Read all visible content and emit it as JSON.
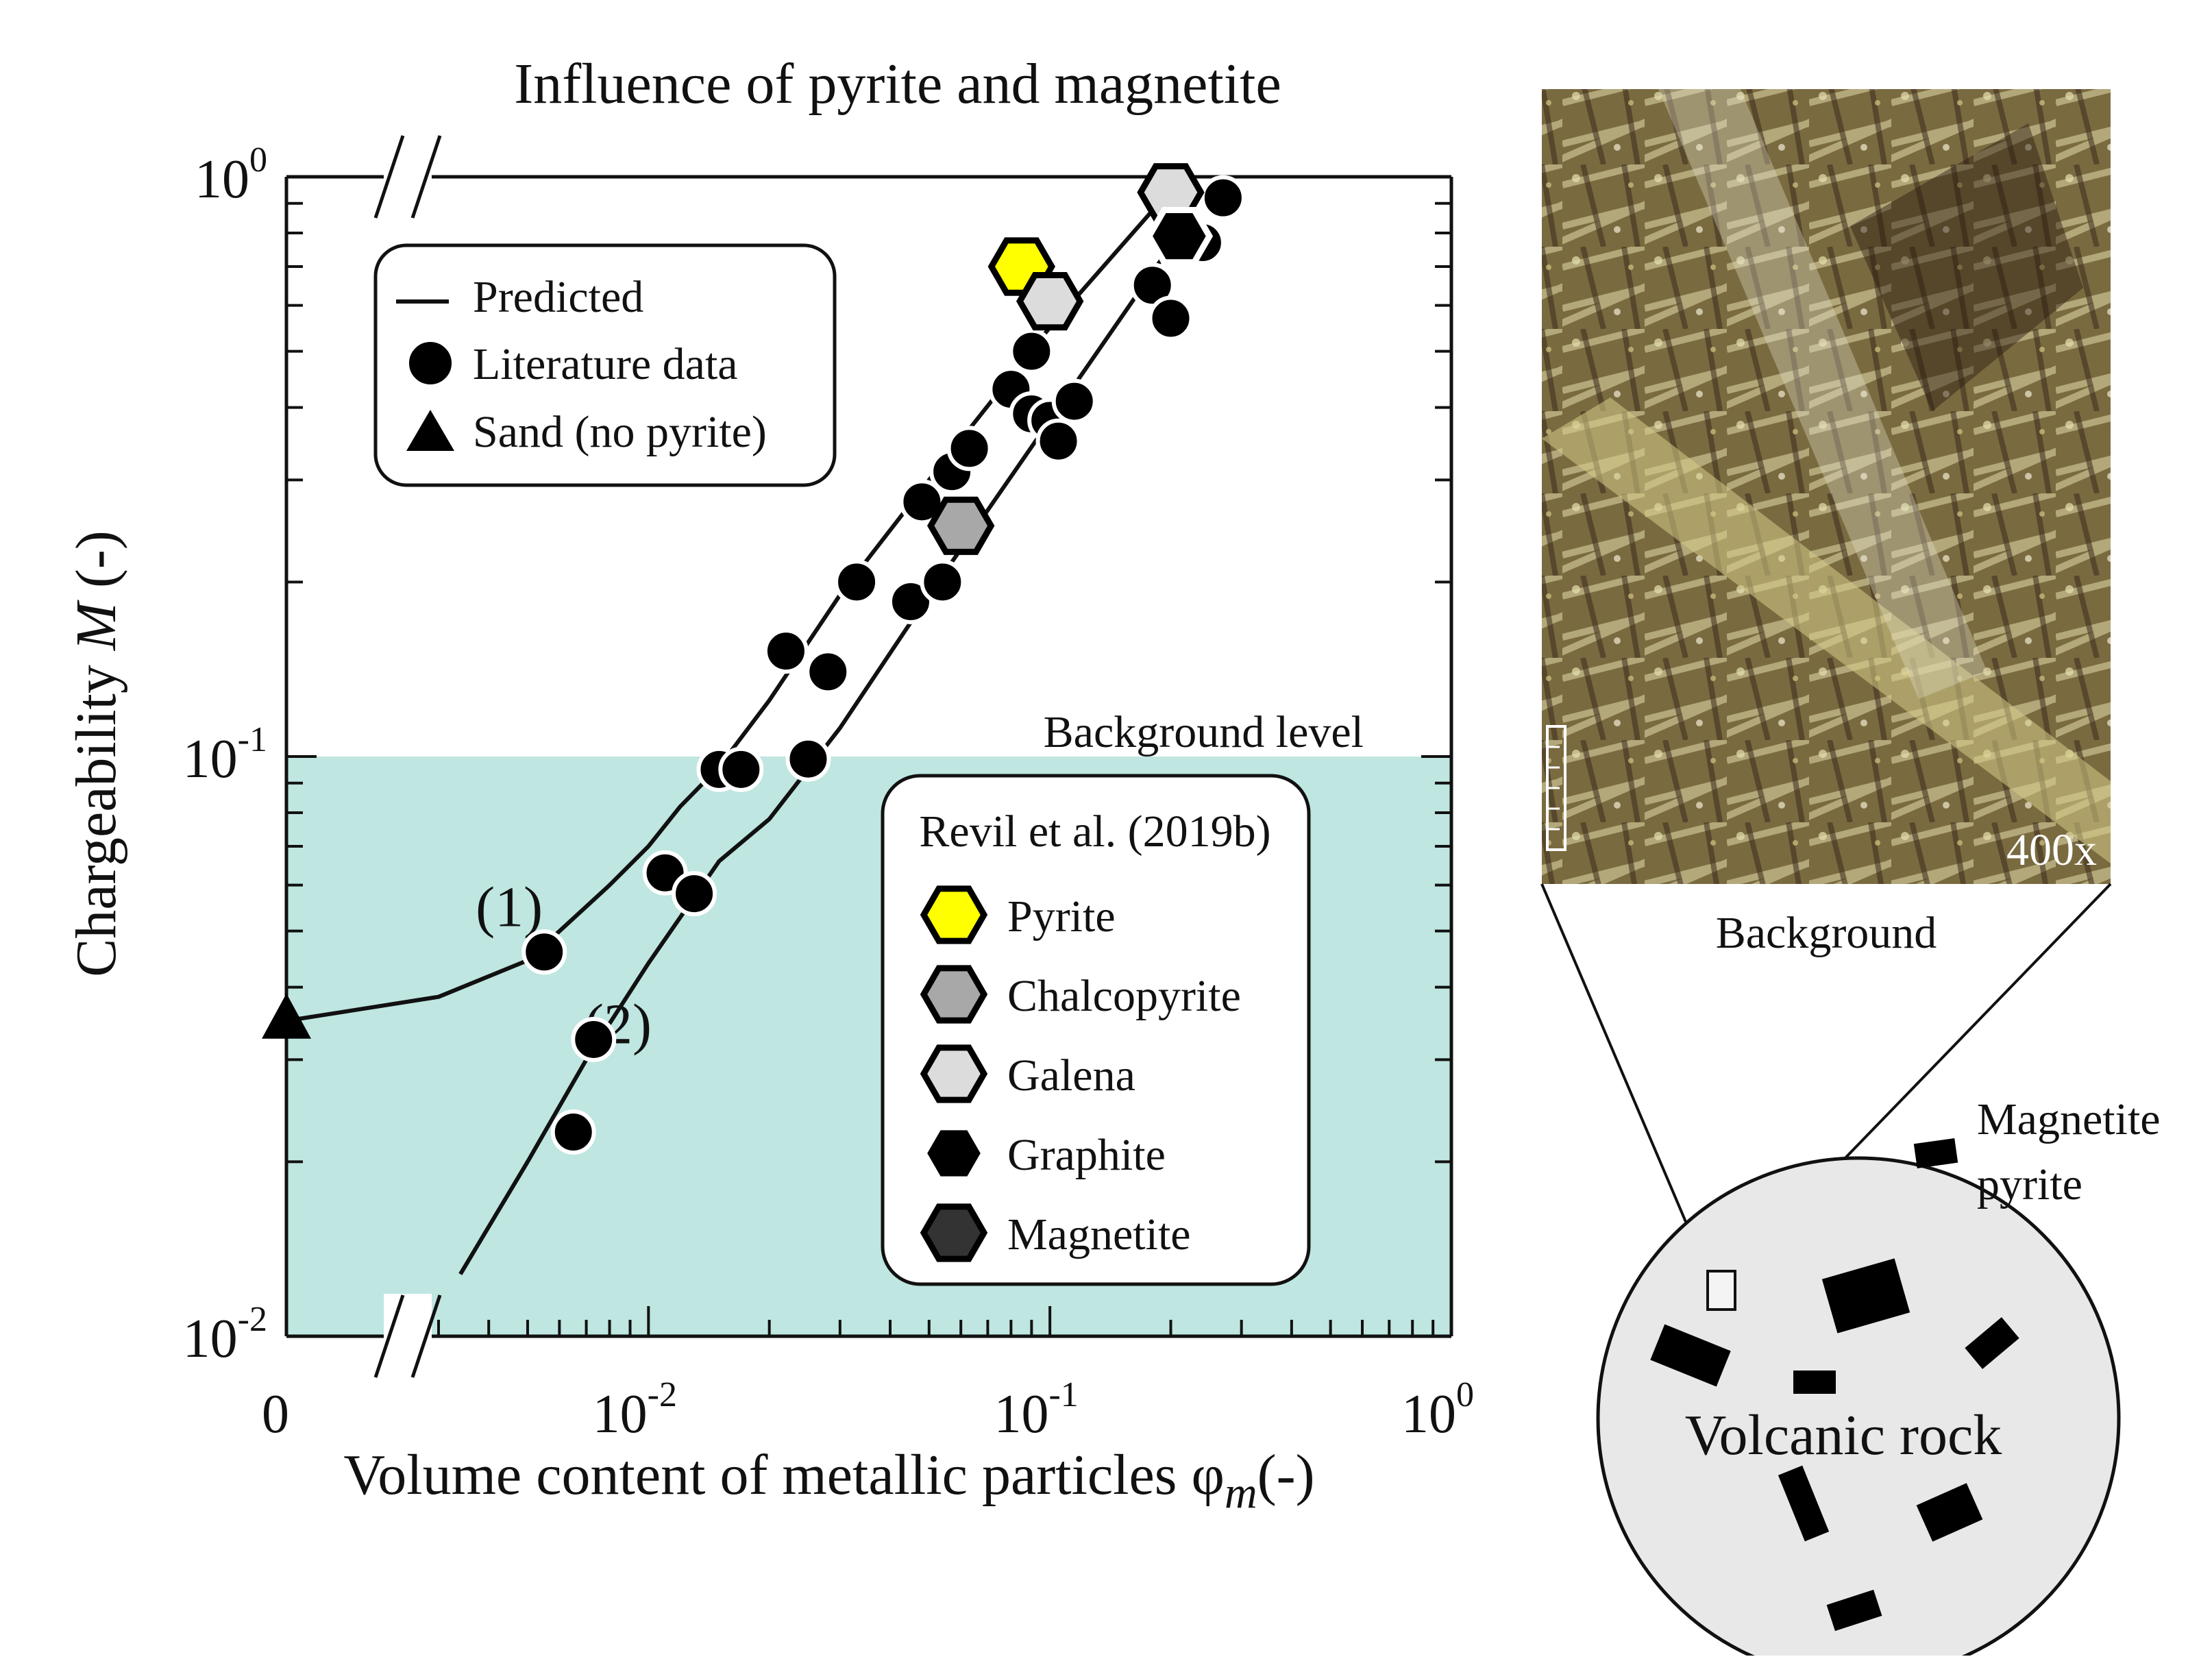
{
  "chart_data": {
    "type": "scatter",
    "title": "Influence of pyrite and magnetite",
    "xlabel": "Volume content of metallic particles",
    "xlabel_symbol": "φ",
    "xlabel_subscript": "m",
    "xlabel_unit": "(-)",
    "ylabel": "Chargeability",
    "ylabel_symbol": "M",
    "ylabel_unit": "(-)",
    "x_scale": "log",
    "y_scale": "log",
    "xlim": [
      0.003,
      1
    ],
    "ylim": [
      0.01,
      1
    ],
    "x_zero_label": "0",
    "x_ticks": [
      {
        "value": 0.01,
        "base": "10",
        "exp": "-2"
      },
      {
        "value": 0.1,
        "base": "10",
        "exp": "-1"
      },
      {
        "value": 1,
        "base": "10",
        "exp": "0"
      }
    ],
    "y_ticks": [
      {
        "value": 0.01,
        "base": "10",
        "exp": "-2"
      },
      {
        "value": 0.1,
        "base": "10",
        "exp": "-1"
      },
      {
        "value": 1,
        "base": "10",
        "exp": "0"
      }
    ],
    "background_level": 0.1,
    "background_label": "Background level",
    "background_color": "#bfe6e0",
    "series": [
      {
        "name": "Predicted",
        "kind": "line",
        "curves": [
          {
            "label": "(1)",
            "points": [
              [
                0,
                0.035
              ],
              [
                0.003,
                0.0385
              ],
              [
                0.005,
                0.0445
              ],
              [
                0.008,
                0.06
              ],
              [
                0.01,
                0.07
              ],
              [
                0.012,
                0.082
              ],
              [
                0.015,
                0.096
              ],
              [
                0.02,
                0.125
              ],
              [
                0.03,
                0.19
              ],
              [
                0.05,
                0.3
              ],
              [
                0.1,
                0.55
              ],
              [
                0.2,
                0.95
              ]
            ]
          },
          {
            "label": "(2)",
            "points": [
              [
                0.0034,
                0.0128
              ],
              [
                0.005,
                0.02
              ],
              [
                0.007,
                0.03
              ],
              [
                0.01,
                0.044
              ],
              [
                0.015,
                0.066
              ],
              [
                0.02,
                0.078
              ],
              [
                0.03,
                0.112
              ],
              [
                0.05,
                0.19
              ],
              [
                0.1,
                0.38
              ],
              [
                0.2,
                0.76
              ],
              [
                0.24,
                0.95
              ]
            ]
          }
        ]
      },
      {
        "name": "Literature data",
        "kind": "points",
        "points": [
          [
            0.0055,
            0.046
          ],
          [
            0.0065,
            0.0225
          ],
          [
            0.0073,
            0.0325
          ],
          [
            0.011,
            0.063
          ],
          [
            0.013,
            0.058
          ],
          [
            0.015,
            0.095
          ],
          [
            0.017,
            0.095
          ],
          [
            0.022,
            0.152
          ],
          [
            0.025,
            0.099
          ],
          [
            0.028,
            0.14
          ],
          [
            0.033,
            0.2
          ],
          [
            0.045,
            0.185
          ],
          [
            0.048,
            0.275
          ],
          [
            0.054,
            0.2
          ],
          [
            0.057,
            0.31
          ],
          [
            0.063,
            0.34
          ],
          [
            0.08,
            0.43
          ],
          [
            0.09,
            0.39
          ],
          [
            0.09,
            0.5
          ],
          [
            0.1,
            0.38
          ],
          [
            0.105,
            0.35
          ],
          [
            0.115,
            0.41
          ],
          [
            0.18,
            0.65
          ],
          [
            0.2,
            0.57
          ],
          [
            0.24,
            0.77
          ],
          [
            0.27,
            0.92
          ]
        ]
      },
      {
        "name": "Sand (no pyrite)",
        "kind": "triangle",
        "points": [
          [
            0,
            0.035
          ]
        ]
      }
    ],
    "revil_title": "Revil et al. (2019b)",
    "revil_series": [
      {
        "name": "Pyrite",
        "fill": "#ffff00",
        "stroke": "#000000",
        "points": [
          [
            0.085,
            0.7
          ]
        ]
      },
      {
        "name": "Chalcopyrite",
        "fill": "#a8a8a8",
        "stroke": "#000000",
        "points": [
          [
            0.06,
            0.25
          ]
        ]
      },
      {
        "name": "Galena",
        "fill": "#dcdcdc",
        "stroke": "#000000",
        "points": [
          [
            0.1,
            0.61
          ],
          [
            0.2,
            0.94
          ]
        ]
      },
      {
        "name": "Graphite",
        "fill": "#000000",
        "stroke": "#ffffff",
        "points": [
          [
            0.21,
            0.79
          ]
        ]
      },
      {
        "name": "Magnetite",
        "fill": "#333333",
        "stroke": "#000000",
        "points": []
      }
    ],
    "legend": {
      "placement": "top-left",
      "items": [
        "Predicted",
        "Literature data",
        "Sand (no pyrite)"
      ]
    }
  },
  "micrograph": {
    "magnification": "400x",
    "caption": "Background"
  },
  "schematic": {
    "rock_label": "Volcanic rock",
    "mineral_label_line1": "Magnetite",
    "mineral_label_line2": "pyrite",
    "rock_fill": "#e8e8e8"
  }
}
